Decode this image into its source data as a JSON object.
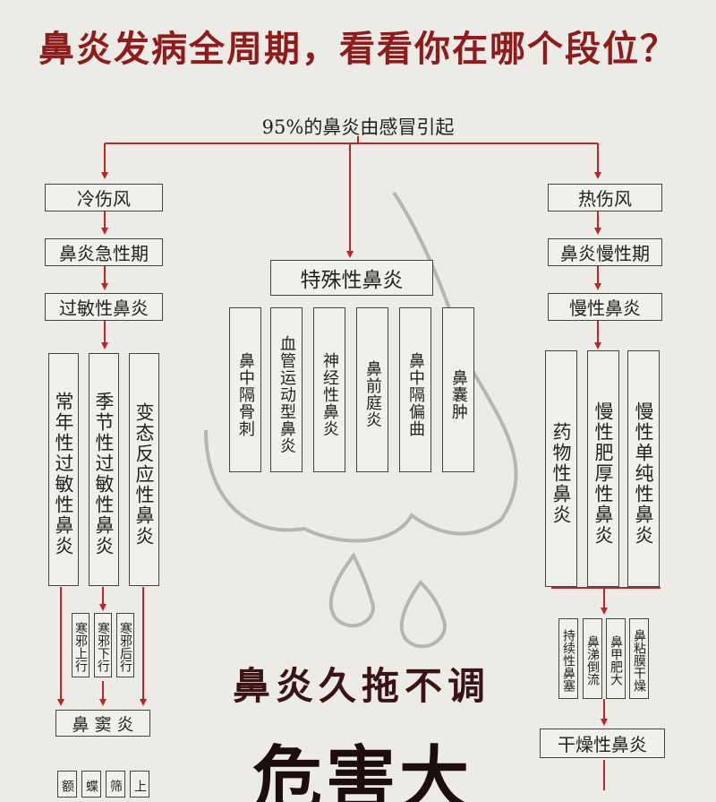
{
  "title": "鼻炎发病全周期，看看你在哪个段位？",
  "subtitle": "95%的鼻炎由感冒引起",
  "left": {
    "n1": "冷伤风",
    "n2": "鼻炎急性期",
    "n3": "过敏性鼻炎",
    "v": [
      "常年性过敏性鼻炎",
      "季节性过敏性鼻炎",
      "变态反应性鼻炎"
    ],
    "small": [
      "寒邪上行",
      "寒邪下行",
      "寒邪后行"
    ],
    "sinus": "鼻 窦 炎",
    "bottom": [
      "额",
      "蝶",
      "筛",
      "上"
    ]
  },
  "center": {
    "head": "特殊性鼻炎",
    "v": [
      "鼻中隔骨刺",
      "血管运动型鼻炎",
      "神经性鼻炎",
      "鼻前庭炎",
      "鼻中隔偏曲",
      "鼻囊肿"
    ]
  },
  "right": {
    "n1": "热伤风",
    "n2": "鼻炎慢性期",
    "n3": "慢性鼻炎",
    "v": [
      "药物性鼻炎",
      "慢性肥厚性鼻炎",
      "慢性单纯性鼻炎"
    ],
    "small": [
      "持续性鼻塞",
      "鼻涕倒流",
      "鼻甲肥大",
      "鼻粘膜干燥"
    ],
    "dry": "干燥性鼻炎"
  },
  "slogan": "鼻炎久拖不调",
  "danger": "危害大",
  "colors": {
    "arrow": "#b5282c",
    "title": "#8e1c1c"
  }
}
